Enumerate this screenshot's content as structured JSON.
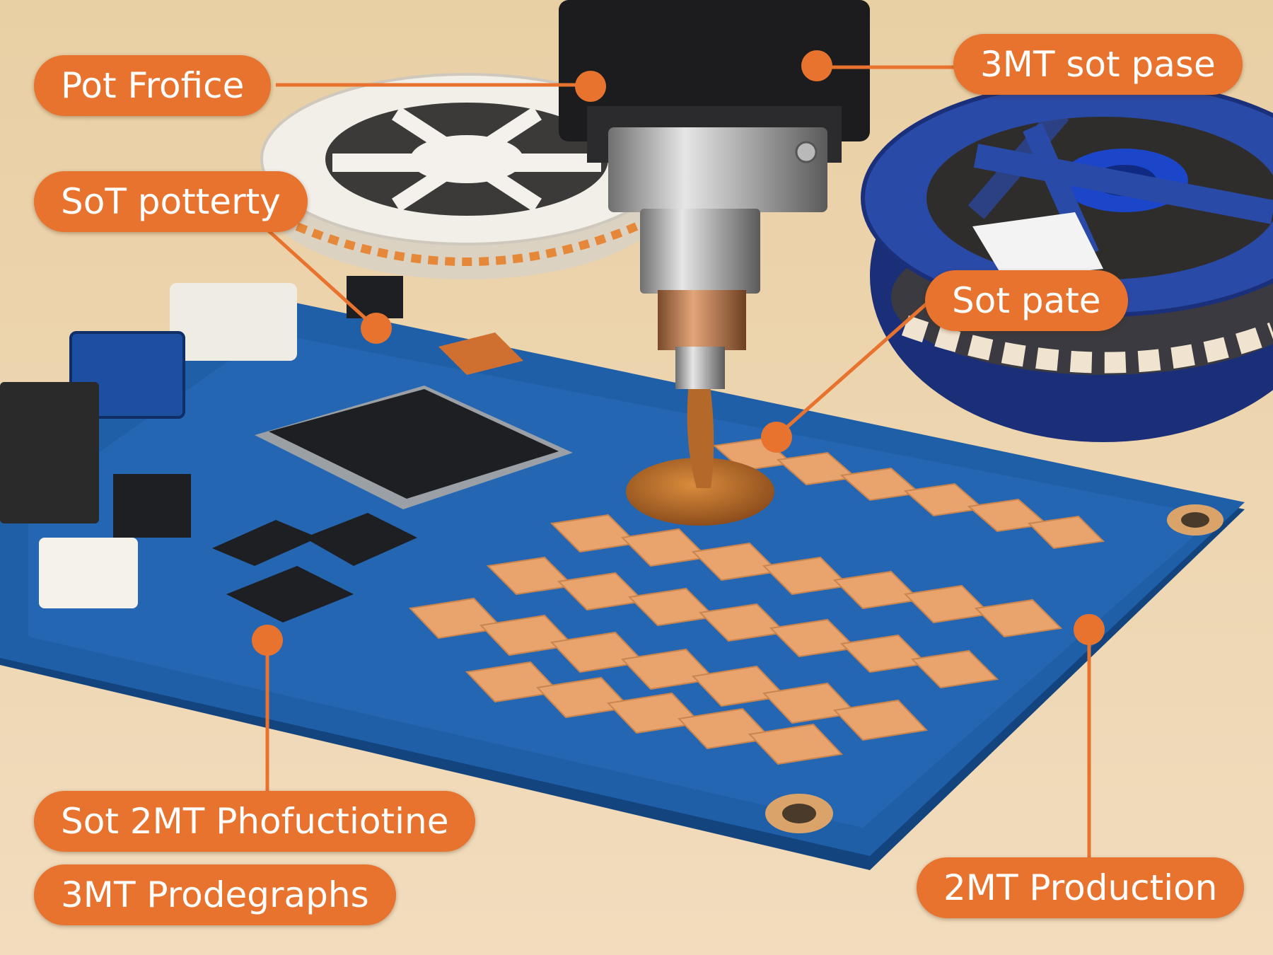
{
  "callouts": {
    "pot_frofice": "Pot Frofice",
    "sot_potterty": "SoT potterty",
    "smt_sot_pase": "3MT sot pase",
    "sot_pate": "Sot pate",
    "sot_2mt_phoductiotine": "Sot 2MT Phofuctiotine",
    "smt_prodegraphs": "3MT Prodegraphs",
    "twomt_production": "2MT Production"
  },
  "colors": {
    "callout": "#e8732f",
    "pcb": "#1f5fa8",
    "pad": "#e9a36d",
    "paste": "#b4692a"
  }
}
